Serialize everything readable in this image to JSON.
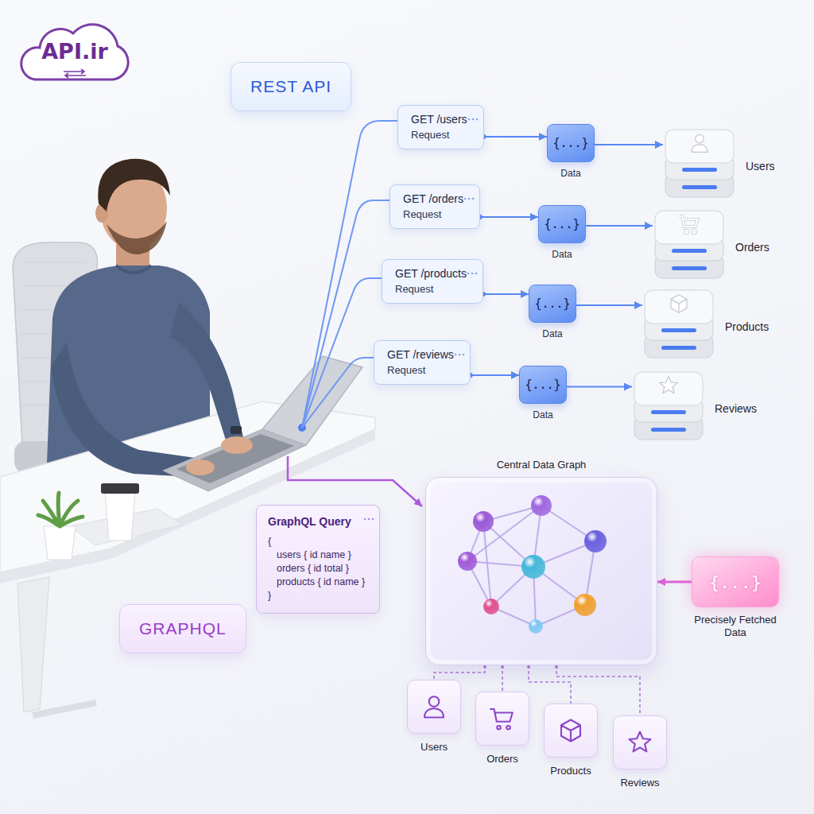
{
  "diagram": {
    "nodes": [
      {
        "text": [
          "API.ir"
        ]
      },
      {
        "text": [
          "REST API"
        ]
      },
      {
        "text": [
          "GET /users",
          "Request"
        ]
      },
      {
        "text": [
          "{...}",
          "Data"
        ]
      },
      {
        "text": [
          "Users"
        ]
      },
      {
        "text": [
          "GET /orders",
          "Request"
        ]
      },
      {
        "text": [
          "{...}",
          "Data"
        ]
      },
      {
        "text": [
          "Orders"
        ]
      },
      {
        "text": [
          "GET /products",
          "Request"
        ]
      },
      {
        "text": [
          "{...}",
          "Data"
        ]
      },
      {
        "text": [
          "Products"
        ]
      },
      {
        "text": [
          "GET /reviews",
          "Request"
        ]
      },
      {
        "text": [
          "{...}",
          "Data"
        ]
      },
      {
        "text": [
          "Reviews"
        ]
      },
      {
        "text": [
          "Central Data Graph"
        ]
      },
      {
        "text": [
          "GraphQL Query",
          "{",
          "users { id name }",
          "orders { id total }",
          "products { id name }",
          "}"
        ]
      },
      {
        "text": [
          "{...}",
          "Precisely Fetched Data"
        ]
      },
      {
        "text": [
          "GRAPHQL"
        ]
      },
      {
        "text": [
          "Users"
        ]
      },
      {
        "text": [
          "Orders"
        ]
      },
      {
        "text": [
          "Products"
        ]
      },
      {
        "text": [
          "Reviews"
        ]
      }
    ],
    "edges": [
      {
        "from": 2,
        "to": 3,
        "arrow": "to"
      },
      {
        "from": 3,
        "to": 4,
        "arrow": "to"
      },
      {
        "from": 5,
        "to": 6,
        "arrow": "to"
      },
      {
        "from": 6,
        "to": 7,
        "arrow": "to"
      },
      {
        "from": 8,
        "to": 9,
        "arrow": "to"
      },
      {
        "from": 9,
        "to": 10,
        "arrow": "to"
      },
      {
        "from": 11,
        "to": 12,
        "arrow": "to"
      },
      {
        "from": 12,
        "to": 13,
        "arrow": "to"
      },
      {
        "from": 16,
        "to": 14,
        "arrow": "to"
      },
      {
        "from": 14,
        "to": 18,
        "arrow": "none"
      },
      {
        "from": 14,
        "to": 19,
        "arrow": "none"
      },
      {
        "from": 14,
        "to": 20,
        "arrow": "none"
      },
      {
        "from": 14,
        "to": 21,
        "arrow": "none"
      }
    ]
  }
}
